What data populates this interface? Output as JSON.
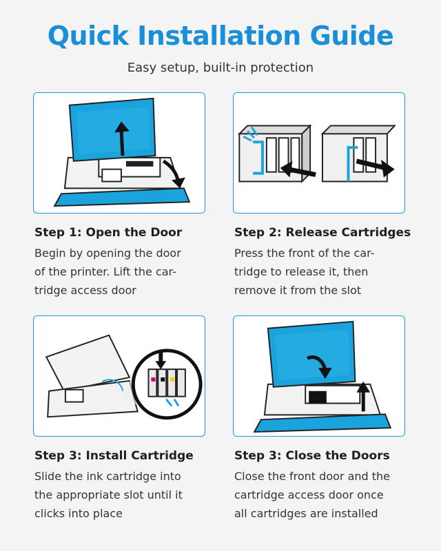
{
  "header": {
    "title": "Quick Installation Guide",
    "subtitle": "Easy setup, built-in protection"
  },
  "steps": [
    {
      "title": "Step 1: Open the Door",
      "lines": [
        "Begin by opening the door",
        "of the printer. Lift the car-",
        "tridge access door"
      ]
    },
    {
      "title": "Step 2: Release Cartridges",
      "lines": [
        "Press the front of the car-",
        "tridge to release it, then",
        "remove it from the slot"
      ]
    },
    {
      "title": "Step 3: Install Cartridge",
      "lines": [
        "Slide the ink cartridge into",
        "the appropriate slot until it",
        "clicks into place"
      ]
    },
    {
      "title": "Step 3: Close the Doors",
      "lines": [
        "Close the front door and the",
        "cartridge access door once",
        "all cartridges are installed"
      ]
    }
  ],
  "colors": {
    "accent": "#1a8ed8",
    "door_blue": "#1aa3dc",
    "border": "#1a9be0"
  }
}
